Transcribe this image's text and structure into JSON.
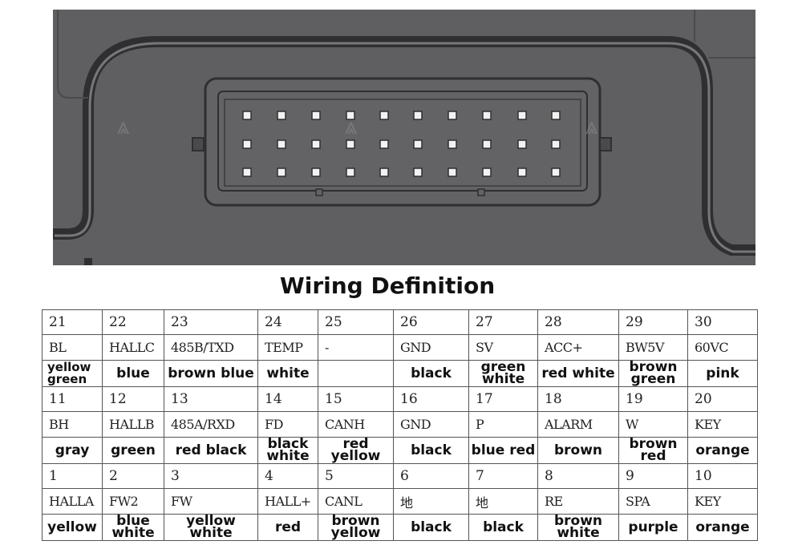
{
  "title": "Wiring Definition",
  "colors": {
    "background": "#5f5f61",
    "alarm": "#29a8e0",
    "connector_line": "#2f2f31",
    "pin": "#f2f2f2"
  },
  "rows": [
    {
      "pins": [
        "21",
        "22",
        "23",
        "24",
        "25",
        "26",
        "27",
        "28",
        "29",
        "30"
      ],
      "signals": [
        "BL",
        "HALLC",
        "485B/TXD",
        "TEMP",
        "-",
        "GND",
        "SV",
        "ACC+",
        "BW5V",
        "60VC"
      ],
      "colors": [
        "yellow green",
        "blue",
        "brown blue",
        "white",
        "",
        "black",
        "green white",
        "red white",
        "brown green",
        "pink"
      ]
    },
    {
      "pins": [
        "11",
        "12",
        "13",
        "14",
        "15",
        "16",
        "17",
        "18",
        "19",
        "20"
      ],
      "signals": [
        "BH",
        "HALLB",
        "485A/RXD",
        "FD",
        "CANH",
        "GND",
        "P",
        "ALARM",
        "W",
        "KEY"
      ],
      "colors": [
        "gray",
        "green",
        "red black",
        "black white",
        "red yellow",
        "black",
        "blue red",
        "brown",
        "brown red",
        "orange"
      ]
    },
    {
      "pins": [
        "1",
        "2",
        "3",
        "4",
        "5",
        "6",
        "7",
        "8",
        "9",
        "10"
      ],
      "signals": [
        "HALLA",
        "FW2",
        "FW",
        "HALL+",
        "CANL",
        "地",
        "地",
        "RE",
        "SPA",
        "KEY"
      ],
      "colors": [
        "yellow",
        "blue white",
        "yellow white",
        "red",
        "brown yellow",
        "black",
        "black",
        "brown white",
        "purple",
        "orange"
      ]
    }
  ]
}
